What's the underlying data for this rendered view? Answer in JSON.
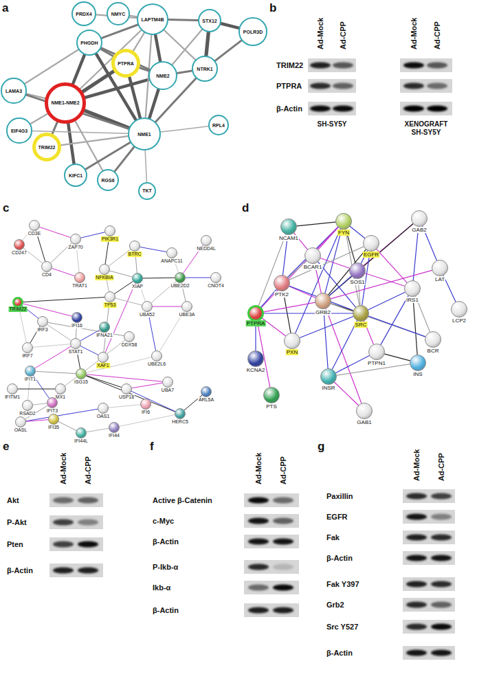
{
  "diagram": {
    "nodes": [
      {
        "text": [
          "PRDX4"
        ]
      },
      {
        "text": [
          "NMYC"
        ]
      },
      {
        "text": [
          "LAPTM4B"
        ]
      },
      {
        "text": [
          "STX12"
        ]
      },
      {
        "text": [
          "POLR3D"
        ]
      },
      {
        "text": [
          "PHGDH"
        ]
      },
      {
        "text": [
          "PTPRA"
        ]
      },
      {
        "text": [
          "NME2"
        ]
      },
      {
        "text": [
          "NTRK1"
        ]
      },
      {
        "text": [
          "LAMA3"
        ]
      },
      {
        "text": [
          "NME1-NME2"
        ]
      },
      {
        "text": [
          "EIF4G3"
        ]
      },
      {
        "text": [
          "TRIM22"
        ]
      },
      {
        "text": [
          "NME1"
        ]
      },
      {
        "text": [
          "RPL4"
        ]
      },
      {
        "text": [
          "KIFC1"
        ]
      },
      {
        "text": [
          "RGS6"
        ]
      },
      {
        "text": [
          "TKT"
        ]
      },
      {
        "text": [
          "CD3E"
        ]
      },
      {
        "text": [
          "CD247"
        ]
      },
      {
        "text": [
          "ZAP70"
        ]
      },
      {
        "text": [
          "PIK3R1"
        ]
      },
      {
        "text": [
          "BTRC"
        ]
      },
      {
        "text": [
          "ANAPC11"
        ]
      },
      {
        "text": [
          "NEDD4L"
        ]
      },
      {
        "text": [
          "CD4"
        ]
      },
      {
        "text": [
          "TRAT1"
        ]
      },
      {
        "text": [
          "NFKBIA"
        ]
      },
      {
        "text": [
          "XIAP"
        ]
      },
      {
        "text": [
          "UBE2D2"
        ]
      },
      {
        "text": [
          "CNOT4"
        ]
      },
      {
        "text": [
          "TRIM22"
        ]
      },
      {
        "text": [
          "TP53"
        ]
      },
      {
        "text": [
          "UBA52"
        ]
      },
      {
        "text": [
          "UBE3A"
        ]
      },
      {
        "text": [
          "IRF3"
        ]
      },
      {
        "text": [
          "IFI16"
        ]
      },
      {
        "text": [
          "IFNA21"
        ]
      },
      {
        "text": [
          "STAT1"
        ]
      },
      {
        "text": [
          "DDX58"
        ]
      },
      {
        "text": [
          "IRF7"
        ]
      },
      {
        "text": [
          "XAF1"
        ]
      },
      {
        "text": [
          "UBE2L6"
        ]
      },
      {
        "text": [
          "IFIT1"
        ]
      },
      {
        "text": [
          "ISG15"
        ]
      },
      {
        "text": [
          "UBA7"
        ]
      },
      {
        "text": [
          "IFITM1"
        ]
      },
      {
        "text": [
          "MX1"
        ]
      },
      {
        "text": [
          "USP18"
        ]
      },
      {
        "text": [
          "ARL5A"
        ]
      },
      {
        "text": [
          "RSAD2"
        ]
      },
      {
        "text": [
          "IFIT3"
        ]
      },
      {
        "text": [
          "OAS1"
        ]
      },
      {
        "text": [
          "IFI6"
        ]
      },
      {
        "text": [
          "OASL"
        ]
      },
      {
        "text": [
          "IFI35"
        ]
      },
      {
        "text": [
          "HERC5"
        ]
      },
      {
        "text": [
          "IFI44"
        ]
      },
      {
        "text": [
          "IFI44L"
        ]
      },
      {
        "text": [
          "NCAM1"
        ]
      },
      {
        "text": [
          "FYN"
        ]
      },
      {
        "text": [
          "GAB2"
        ]
      },
      {
        "text": [
          "BCAR1"
        ]
      },
      {
        "text": [
          "EGFR"
        ]
      },
      {
        "text": [
          "PTK2"
        ]
      },
      {
        "text": [
          "SOS1"
        ]
      },
      {
        "text": [
          "LAT"
        ]
      },
      {
        "text": [
          "IRS1"
        ]
      },
      {
        "text": [
          "PTPRA"
        ]
      },
      {
        "text": [
          "GRB2"
        ]
      },
      {
        "text": [
          "SRC"
        ]
      },
      {
        "text": [
          "LCP2"
        ]
      },
      {
        "text": [
          "KCNA2"
        ]
      },
      {
        "text": [
          "PXN"
        ]
      },
      {
        "text": [
          "BCR"
        ]
      },
      {
        "text": [
          "PTPN1"
        ]
      },
      {
        "text": [
          "INS"
        ]
      },
      {
        "text": [
          "INSR"
        ]
      },
      {
        "text": [
          "PTS"
        ]
      },
      {
        "text": [
          "GAB1"
        ]
      }
    ],
    "edges": [
      {
        "from": 10,
        "to": 5,
        "arrow": "none"
      },
      {
        "from": 10,
        "to": 6,
        "arrow": "none"
      },
      {
        "from": 10,
        "to": 7,
        "arrow": "none"
      },
      {
        "from": 10,
        "to": 13,
        "arrow": "none"
      },
      {
        "from": 10,
        "to": 9,
        "arrow": "none"
      },
      {
        "from": 10,
        "to": 11,
        "arrow": "none"
      },
      {
        "from": 10,
        "to": 12,
        "arrow": "none"
      },
      {
        "from": 10,
        "to": 15,
        "arrow": "none"
      },
      {
        "from": 10,
        "to": 16,
        "arrow": "none"
      },
      {
        "from": 10,
        "to": 2,
        "arrow": "none"
      },
      {
        "from": 13,
        "to": 5,
        "arrow": "none"
      },
      {
        "from": 13,
        "to": 6,
        "arrow": "none"
      },
      {
        "from": 13,
        "to": 7,
        "arrow": "none"
      },
      {
        "from": 13,
        "to": 8,
        "arrow": "none"
      },
      {
        "from": 13,
        "to": 14,
        "arrow": "none"
      },
      {
        "from": 13,
        "to": 17,
        "arrow": "none"
      },
      {
        "from": 13,
        "to": 12,
        "arrow": "none"
      },
      {
        "from": 13,
        "to": 15,
        "arrow": "none"
      },
      {
        "from": 13,
        "to": 16,
        "arrow": "none"
      },
      {
        "from": 13,
        "to": 9,
        "arrow": "none"
      },
      {
        "from": 13,
        "to": 11,
        "arrow": "none"
      },
      {
        "from": 13,
        "to": 2,
        "arrow": "none"
      },
      {
        "from": 7,
        "to": 2,
        "arrow": "none"
      },
      {
        "from": 7,
        "to": 5,
        "arrow": "none"
      },
      {
        "from": 7,
        "to": 8,
        "arrow": "none"
      },
      {
        "from": 7,
        "to": 3,
        "arrow": "none"
      },
      {
        "from": 7,
        "to": 6,
        "arrow": "none"
      },
      {
        "from": 2,
        "to": 0,
        "arrow": "none"
      },
      {
        "from": 2,
        "to": 1,
        "arrow": "none"
      },
      {
        "from": 2,
        "to": 5,
        "arrow": "none"
      },
      {
        "from": 2,
        "to": 3,
        "arrow": "none"
      },
      {
        "from": 2,
        "to": 8,
        "arrow": "none"
      },
      {
        "from": 2,
        "to": 6,
        "arrow": "none"
      },
      {
        "from": 3,
        "to": 4,
        "arrow": "none"
      },
      {
        "from": 3,
        "to": 8,
        "arrow": "none"
      },
      {
        "from": 8,
        "to": 4,
        "arrow": "none"
      },
      {
        "from": 5,
        "to": 9,
        "arrow": "none"
      },
      {
        "from": 5,
        "to": 6,
        "arrow": "none"
      },
      {
        "from": 18,
        "to": 19,
        "arrow": "none"
      },
      {
        "from": 18,
        "to": 20,
        "arrow": "none"
      },
      {
        "from": 18,
        "to": 25,
        "arrow": "none"
      },
      {
        "from": 19,
        "to": 25,
        "arrow": "none"
      },
      {
        "from": 20,
        "to": 25,
        "arrow": "none"
      },
      {
        "from": 20,
        "to": 21,
        "arrow": "none"
      },
      {
        "from": 20,
        "to": 26,
        "arrow": "none"
      },
      {
        "from": 25,
        "to": 26,
        "arrow": "none"
      },
      {
        "from": 21,
        "to": 27,
        "arrow": "none"
      },
      {
        "from": 22,
        "to": 27,
        "arrow": "none"
      },
      {
        "from": 22,
        "to": 28,
        "arrow": "none"
      },
      {
        "from": 22,
        "to": 23,
        "arrow": "none"
      },
      {
        "from": 23,
        "to": 29,
        "arrow": "none"
      },
      {
        "from": 24,
        "to": 29,
        "arrow": "none"
      },
      {
        "from": 29,
        "to": 28,
        "arrow": "none"
      },
      {
        "from": 29,
        "to": 33,
        "arrow": "none"
      },
      {
        "from": 29,
        "to": 34,
        "arrow": "none"
      },
      {
        "from": 30,
        "to": 29,
        "arrow": "none"
      },
      {
        "from": 28,
        "to": 33,
        "arrow": "none"
      },
      {
        "from": 28,
        "to": 41,
        "arrow": "none"
      },
      {
        "from": 28,
        "to": 32,
        "arrow": "none"
      },
      {
        "from": 27,
        "to": 32,
        "arrow": "none"
      },
      {
        "from": 27,
        "to": 28,
        "arrow": "none"
      },
      {
        "from": 31,
        "to": 35,
        "arrow": "none"
      },
      {
        "from": 31,
        "to": 40,
        "arrow": "none"
      },
      {
        "from": 31,
        "to": 36,
        "arrow": "none"
      },
      {
        "from": 31,
        "to": 32,
        "arrow": "none"
      },
      {
        "from": 32,
        "to": 33,
        "arrow": "none"
      },
      {
        "from": 32,
        "to": 41,
        "arrow": "none"
      },
      {
        "from": 33,
        "to": 42,
        "arrow": "none"
      },
      {
        "from": 34,
        "to": 42,
        "arrow": "none"
      },
      {
        "from": 33,
        "to": 34,
        "arrow": "none"
      },
      {
        "from": 35,
        "to": 40,
        "arrow": "none"
      },
      {
        "from": 35,
        "to": 38,
        "arrow": "none"
      },
      {
        "from": 36,
        "to": 38,
        "arrow": "none"
      },
      {
        "from": 37,
        "to": 38,
        "arrow": "none"
      },
      {
        "from": 38,
        "to": 40,
        "arrow": "none"
      },
      {
        "from": 38,
        "to": 43,
        "arrow": "none"
      },
      {
        "from": 38,
        "to": 44,
        "arrow": "none"
      },
      {
        "from": 39,
        "to": 44,
        "arrow": "none"
      },
      {
        "from": 39,
        "to": 35,
        "arrow": "none"
      },
      {
        "from": 41,
        "to": 38,
        "arrow": "none"
      },
      {
        "from": 42,
        "to": 44,
        "arrow": "none"
      },
      {
        "from": 44,
        "to": 45,
        "arrow": "none"
      },
      {
        "from": 44,
        "to": 48,
        "arrow": "none"
      },
      {
        "from": 44,
        "to": 47,
        "arrow": "none"
      },
      {
        "from": 44,
        "to": 43,
        "arrow": "none"
      },
      {
        "from": 43,
        "to": 51,
        "arrow": "none"
      },
      {
        "from": 43,
        "to": 50,
        "arrow": "none"
      },
      {
        "from": 47,
        "to": 51,
        "arrow": "none"
      },
      {
        "from": 46,
        "to": 47,
        "arrow": "none"
      },
      {
        "from": 50,
        "to": 51,
        "arrow": "none"
      },
      {
        "from": 51,
        "to": 54,
        "arrow": "none"
      },
      {
        "from": 52,
        "to": 54,
        "arrow": "none"
      },
      {
        "from": 52,
        "to": 53,
        "arrow": "none"
      },
      {
        "from": 48,
        "to": 45,
        "arrow": "none"
      },
      {
        "from": 56,
        "to": 44,
        "arrow": "none"
      },
      {
        "from": 57,
        "to": 58,
        "arrow": "none"
      },
      {
        "from": 55,
        "to": 58,
        "arrow": "none"
      },
      {
        "from": 56,
        "to": 48,
        "arrow": "none"
      },
      {
        "from": 57,
        "to": 56,
        "arrow": "none"
      },
      {
        "from": 54,
        "to": 55,
        "arrow": "none"
      },
      {
        "from": 49,
        "to": 56,
        "arrow": "none"
      },
      {
        "from": 59,
        "to": 60,
        "arrow": "none"
      },
      {
        "from": 59,
        "to": 64,
        "arrow": "none"
      },
      {
        "from": 59,
        "to": 68,
        "arrow": "none"
      },
      {
        "from": 59,
        "to": 62,
        "arrow": "none"
      },
      {
        "from": 60,
        "to": 63,
        "arrow": "none"
      },
      {
        "from": 60,
        "to": 62,
        "arrow": "none"
      },
      {
        "from": 60,
        "to": 64,
        "arrow": "none"
      },
      {
        "from": 60,
        "to": 65,
        "arrow": "none"
      },
      {
        "from": 60,
        "to": 69,
        "arrow": "none"
      },
      {
        "from": 60,
        "to": 70,
        "arrow": "none"
      },
      {
        "from": 60,
        "to": 68,
        "arrow": "none"
      },
      {
        "from": 60,
        "to": 73,
        "arrow": "none"
      },
      {
        "from": 61,
        "to": 65,
        "arrow": "none"
      },
      {
        "from": 61,
        "to": 67,
        "arrow": "none"
      },
      {
        "from": 61,
        "to": 69,
        "arrow": "none"
      },
      {
        "from": 61,
        "to": 66,
        "arrow": "none"
      },
      {
        "from": 62,
        "to": 64,
        "arrow": "none"
      },
      {
        "from": 62,
        "to": 69,
        "arrow": "none"
      },
      {
        "from": 62,
        "to": 70,
        "arrow": "none"
      },
      {
        "from": 62,
        "to": 65,
        "arrow": "none"
      },
      {
        "from": 63,
        "to": 65,
        "arrow": "none"
      },
      {
        "from": 63,
        "to": 69,
        "arrow": "none"
      },
      {
        "from": 63,
        "to": 70,
        "arrow": "none"
      },
      {
        "from": 63,
        "to": 64,
        "arrow": "none"
      },
      {
        "from": 63,
        "to": 67,
        "arrow": "none"
      },
      {
        "from": 64,
        "to": 68,
        "arrow": "none"
      },
      {
        "from": 64,
        "to": 69,
        "arrow": "none"
      },
      {
        "from": 64,
        "to": 70,
        "arrow": "none"
      },
      {
        "from": 64,
        "to": 73,
        "arrow": "none"
      },
      {
        "from": 65,
        "to": 69,
        "arrow": "none"
      },
      {
        "from": 65,
        "to": 70,
        "arrow": "none"
      },
      {
        "from": 65,
        "to": 67,
        "arrow": "none"
      },
      {
        "from": 66,
        "to": 71,
        "arrow": "none"
      },
      {
        "from": 66,
        "to": 69,
        "arrow": "none"
      },
      {
        "from": 67,
        "to": 70,
        "arrow": "none"
      },
      {
        "from": 67,
        "to": 76,
        "arrow": "none"
      },
      {
        "from": 67,
        "to": 75,
        "arrow": "none"
      },
      {
        "from": 67,
        "to": 74,
        "arrow": "none"
      },
      {
        "from": 68,
        "to": 69,
        "arrow": "none"
      },
      {
        "from": 68,
        "to": 70,
        "arrow": "none"
      },
      {
        "from": 68,
        "to": 73,
        "arrow": "none"
      },
      {
        "from": 68,
        "to": 72,
        "arrow": "none"
      },
      {
        "from": 69,
        "to": 70,
        "arrow": "none"
      },
      {
        "from": 69,
        "to": 77,
        "arrow": "none"
      },
      {
        "from": 69,
        "to": 74,
        "arrow": "none"
      },
      {
        "from": 69,
        "to": 79,
        "arrow": "none"
      },
      {
        "from": 70,
        "to": 73,
        "arrow": "none"
      },
      {
        "from": 70,
        "to": 75,
        "arrow": "none"
      },
      {
        "from": 70,
        "to": 77,
        "arrow": "none"
      },
      {
        "from": 75,
        "to": 76,
        "arrow": "none"
      },
      {
        "from": 75,
        "to": 77,
        "arrow": "none"
      },
      {
        "from": 76,
        "to": 77,
        "arrow": "none"
      },
      {
        "from": 77,
        "to": 79,
        "arrow": "none"
      },
      {
        "from": 74,
        "to": 70,
        "arrow": "none"
      },
      {
        "from": 78,
        "to": 68,
        "arrow": "none"
      }
    ],
    "labels": [
      "a",
      "b",
      "Ad-Mock",
      "Ad-CPP",
      "Ad-Mock",
      "Ad-CPP",
      "TRIM22",
      "PTPRA",
      "β-Actin",
      "SH-SY5Y",
      "XENOGRAFT SH-SY5Y",
      "c",
      "d",
      "e",
      "Ad-Mock",
      "Ad-CPP",
      "Akt",
      "P-Akt",
      "Pten",
      "β-Actin",
      "f",
      "Ad-Mock",
      "Ad-CPP",
      "Active β-Catenin",
      "c-Myc",
      "β-Actin",
      "P-Ikb-α",
      "Ikb-α",
      "β-Actin",
      "g",
      "Ad-Mock",
      "Ad-CPP",
      "Paxillin",
      "EGFR",
      "Fak",
      "β-Actin",
      "Fak Y397",
      "Grb2",
      "Src Y527",
      "β-Actin"
    ]
  }
}
